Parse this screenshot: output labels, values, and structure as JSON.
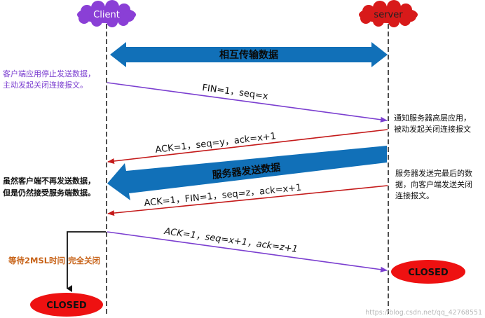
{
  "client": {
    "label": "Client",
    "color": "#7b3fd0"
  },
  "server": {
    "label": "server",
    "color": "#d81a1a"
  },
  "banners": {
    "mutual": "相互传输数据",
    "server_send": "服务器发送数据",
    "color": "#1170b8"
  },
  "messages": {
    "fin1": "FIN=1，seq=x",
    "ack1": "ACK=1，seq=y，ack=x+1",
    "fin2": "ACK=1，FIN=1，seq=z，ack=x+1",
    "ack2": "ACK=1，seq=x+1，ack=z+1"
  },
  "notes": {
    "client_stop": [
      "客户端应用停止发送数据，",
      "主动发起关闭连接报文。"
    ],
    "server_notify": [
      "通知服务器高层应用，",
      "被动发起关闭连接报文"
    ],
    "client_receive": [
      "虽然客户端不再发送数据，",
      "但是仍然接受服务端数据。"
    ],
    "server_done": [
      "服务器发送完最后的数",
      "据，向客户端发送关闭",
      "连接报文。"
    ],
    "wait": "等待2MSL时间  完全关闭"
  },
  "states": {
    "server_closed": "CLOSED",
    "client_closed": "CLOSED"
  },
  "colors": {
    "purple": "#7b3fd0",
    "red": "#c41a1a",
    "orange": "#c8641a"
  },
  "watermark": "https://blog.csdn.net/qq_42768551"
}
